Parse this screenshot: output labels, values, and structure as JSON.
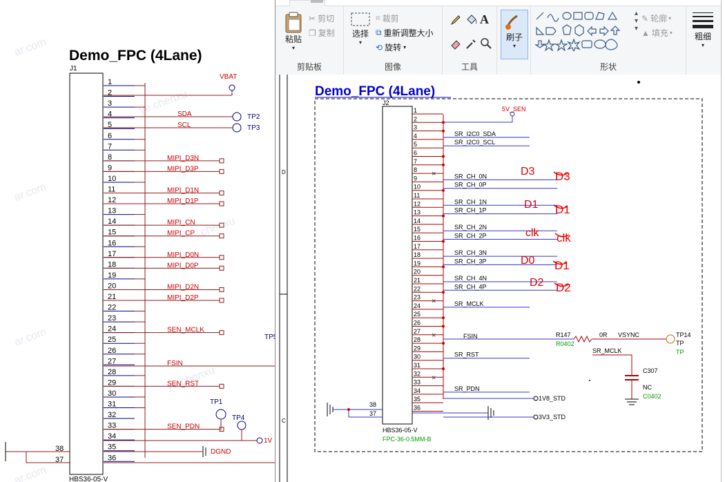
{
  "left": {
    "title": "Demo_FPC (4Lane)",
    "ref": "J1",
    "part": "HBS36-05-V",
    "pins": [
      "1",
      "2",
      "3",
      "4",
      "5",
      "6",
      "7",
      "8",
      "9",
      "10",
      "11",
      "12",
      "13",
      "14",
      "15",
      "16",
      "17",
      "18",
      "19",
      "20",
      "21",
      "22",
      "23",
      "24",
      "25",
      "26",
      "27",
      "28",
      "29",
      "30",
      "31",
      "32",
      "33",
      "34",
      "35",
      "36"
    ],
    "gnd_pins": [
      "38",
      "37"
    ],
    "nets": {
      "vbat": "VBAT",
      "sda": "SDA",
      "scl": "SCL",
      "tp2": "TP2",
      "tp3": "TP3",
      "mipi_d3n": "MIPI_D3N",
      "mipi_d3p": "MIPI_D3P",
      "mipi_d1n": "MIPI_D1N",
      "mipi_d1p": "MIPI_D1P",
      "mipi_cn": "MIPI_CN",
      "mipi_cp": "MIPI_CP",
      "mipi_d0n": "MIPI_D0N",
      "mipi_d0p": "MIPI_D0P",
      "mipi_d2n": "MIPI_D2N",
      "mipi_d2p": "MIPI_D2P",
      "sen_mclk": "SEN_MCLK",
      "fsin": "FSIN",
      "sen_rst": "SEN_RST",
      "sen_pdn": "SEN_PDN",
      "tp1": "TP1",
      "tp4": "TP4",
      "tp5": "TP5",
      "v1": "1V",
      "dgnd": "DGND"
    },
    "watermarks": [
      "ar.com",
      "ye.chenxu",
      "ar.com",
      "chenxu",
      "ar.com",
      "ye.chenxu",
      "ar.com"
    ]
  },
  "ribbon": {
    "clipboard": {
      "paste": "粘贴",
      "cut": "剪切",
      "copy": "复制",
      "label": "剪贴板"
    },
    "image": {
      "select": "选择",
      "crop": "裁剪",
      "resize": "重新调整大小",
      "rotate": "旋转",
      "label": "图像"
    },
    "tools": {
      "label": "工具"
    },
    "brushes": {
      "label": "刷子"
    },
    "shapes": {
      "outline": "轮廓",
      "fill": "填充",
      "label": "形状"
    },
    "size": {
      "label": "粗细"
    }
  },
  "right": {
    "title": "Demo_FPC (4Lane)",
    "ref": "J2",
    "part": "HBS36-05-V",
    "footprint": "FPC-36-0.5MM-B",
    "border_d": "D",
    "border_c": "C",
    "pins": [
      "1",
      "2",
      "3",
      "4",
      "5",
      "6",
      "7",
      "8",
      "9",
      "10",
      "11",
      "12",
      "13",
      "14",
      "15",
      "16",
      "17",
      "18",
      "19",
      "20",
      "21",
      "22",
      "23",
      "24",
      "25",
      "26",
      "27",
      "28",
      "29",
      "30",
      "31",
      "32",
      "33",
      "34",
      "35",
      "36"
    ],
    "gnd_pins": [
      "38",
      "37"
    ],
    "nets": {
      "sen5v": "5V_SEN",
      "sda": "SR_I2C0_SDA",
      "scl": "SR_I2C0_SCL",
      "ch0n": "SR_CH_0N",
      "ch0p": "SR_CH_0P",
      "ch1n": "SR_CH_1N",
      "ch1p": "SR_CH_1P",
      "ch2n": "SR_CH_2N",
      "ch2p": "SR_CH_2P",
      "ch3n": "SR_CH_3N",
      "ch3p": "SR_CH_3P",
      "ch4n": "SR_CH_4N",
      "ch4p": "SR_CH_4P",
      "mclk": "SR_MCLK",
      "fsin": "FSIN",
      "rst": "SR_RST",
      "pdn": "SR_PDN",
      "v18": "1V8_STD",
      "v33": "3V3_STD",
      "r147": "R147",
      "r0402": "R0402",
      "r0r": "0R",
      "vsync": "VSYNC",
      "tp14": "TP14",
      "tp": "TP",
      "tp_fp": "TP",
      "sr_mclk2": "SR_MCLK",
      "c307": "C307",
      "nc": "NC",
      "c0402": "C0402"
    },
    "annotations": [
      "D3",
      "D1",
      "clk",
      "D0",
      "D2"
    ],
    "scribbles": [
      "D3",
      "D1",
      "clk",
      "D1",
      "D2"
    ]
  },
  "colors": {
    "wire_left": "#8b1a1a",
    "blue_wire": "#3333cc",
    "title_blue": "#0000cc",
    "net_red": "#cc0000",
    "hand_red": "#e00000",
    "green": "#22aa22"
  }
}
